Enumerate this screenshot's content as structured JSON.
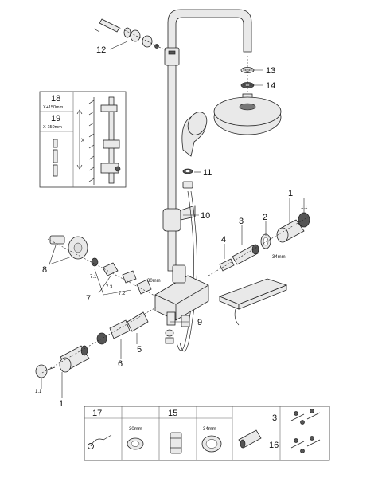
{
  "callouts": {
    "c1": "1",
    "c1_1": "1.1",
    "c2": "2",
    "c3": "3",
    "c4": "4",
    "c5": "5",
    "c6": "6",
    "c7": "7",
    "c7_1": "7.1",
    "c7_2": "7.2",
    "c7_3": "7.3",
    "c8": "8",
    "c9": "9",
    "c10": "10",
    "c11": "11",
    "c12": "12",
    "c13": "13",
    "c14": "14",
    "c1_left": "1",
    "c1_1_left": "1.1"
  },
  "dimensions": {
    "d30": "30mm",
    "d34": "34mm"
  },
  "inset": {
    "r18": "18",
    "r18_sub": "X+150mm",
    "r19": "19",
    "r19_sub": "X-150mm",
    "x": "X"
  },
  "parts_table": {
    "p17": "17",
    "p17_dim": "30mm",
    "p15": "15",
    "p15_dim": "34mm",
    "p3": "3",
    "p16": "16"
  }
}
